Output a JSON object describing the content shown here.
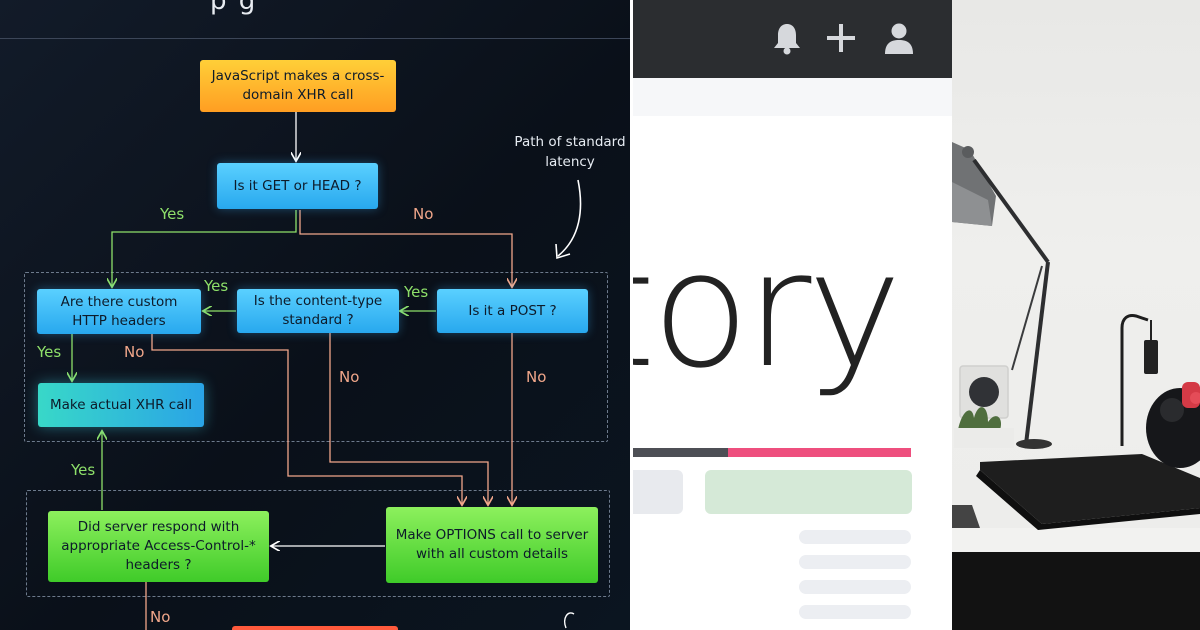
{
  "flowchart": {
    "title_fragment": "p   g",
    "nodes": {
      "start": "JavaScript makes a cross-domain XHR call",
      "get_or_head": "Is it GET or HEAD ?",
      "custom_headers": "Are there custom HTTP headers",
      "content_type": "Is the content-type standard ?",
      "is_post": "Is it a POST ?",
      "actual_xhr": "Make actual XHR call",
      "server_respond": "Did server respond with appropriate Access-Control-* headers ?",
      "options_call": "Make OPTIONS call to server with all custom details"
    },
    "labels": {
      "yes_get": "Yes",
      "no_get": "No",
      "yes_content": "Yes",
      "yes_post": "Yes",
      "yes_headers": "Yes",
      "no_headers": "No",
      "no_content": "No",
      "no_post": "No",
      "yes_server": "Yes",
      "no_server": "No"
    },
    "note": "Path of standard latency",
    "colors": {
      "blue_node": "#28a8ee",
      "orange_node": "#ff9e22",
      "green_node": "#3fcb29",
      "yes_line": "#8ee06a",
      "no_line": "#f0a68a"
    }
  },
  "webpage": {
    "topbar_icons": [
      "bell-icon",
      "plus-icon",
      "user-icon"
    ],
    "big_word": "tory",
    "progress_fraction": 0.34,
    "colors": {
      "topbar": "#2b2d30",
      "progress_done": "#4d4f55",
      "progress_accent": "#ee4f7e",
      "green_button": "#d5e9d7"
    }
  },
  "photo": {
    "subject": "desk-lamp-photo"
  }
}
